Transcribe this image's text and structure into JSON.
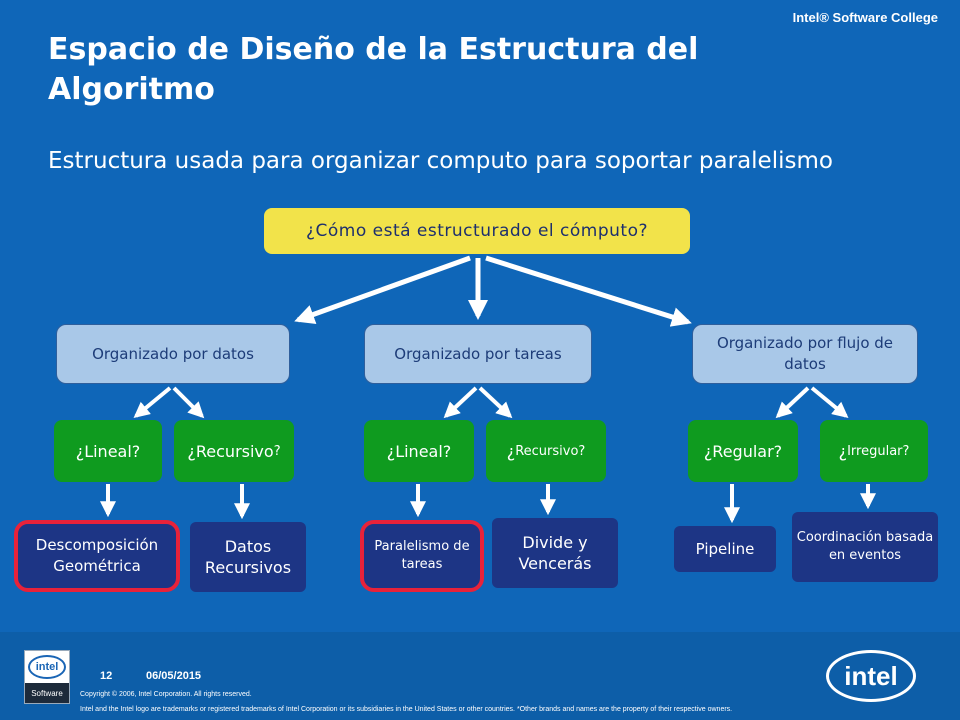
{
  "header": {
    "brand": "Intel® Software College",
    "title": "Espacio de Diseño de la Estructura del Algoritmo",
    "subtitle": "Estructura usada para organizar computo para soportar paralelismo"
  },
  "diagram": {
    "root": "¿Cómo está estructurado el cómputo?",
    "categories": {
      "data": "Organizado por datos",
      "tasks": "Organizado por tareas",
      "flow": "Organizado por flujo de datos"
    },
    "questions": {
      "data_linear": "¿Lineal?",
      "data_recursive": "¿Recursivo",
      "data_recursive_mark": "?",
      "tasks_linear": "¿Lineal?",
      "tasks_recursive_lead": "¿",
      "tasks_recursive": "Recursivo?",
      "flow_regular": "¿Regular?",
      "flow_irregular_lead": "¿",
      "flow_irregular": "Irregular?"
    },
    "leaves": {
      "geometric": "Descomposición Geométrica",
      "recursive_data": "Datos Recursivos",
      "task_parallelism": "Paralelismo de tareas",
      "divide_conquer": "Divide y Vencerás",
      "pipeline": "Pipeline",
      "event_coordination": "Coordinación basada en eventos"
    },
    "colors": {
      "background": "#0f66b8",
      "root": "#f2e34a",
      "category": "#a9c8e8",
      "question": "#0f9b1f",
      "leaf": "#1d3585",
      "highlight": "#e8223a"
    }
  },
  "footer": {
    "page_number": "12",
    "date": "06/05/2015",
    "copyright": "Copyright © 2006, Intel Corporation. All rights reserved.",
    "trademark": "Intel and the Intel logo are trademarks or registered trademarks of Intel Corporation or its subsidiaries in the United States or other countries. *Other brands and names are the property of their respective owners.",
    "logo_small_top": "intel",
    "logo_small_bottom": "Software",
    "logo_large": "intel"
  }
}
